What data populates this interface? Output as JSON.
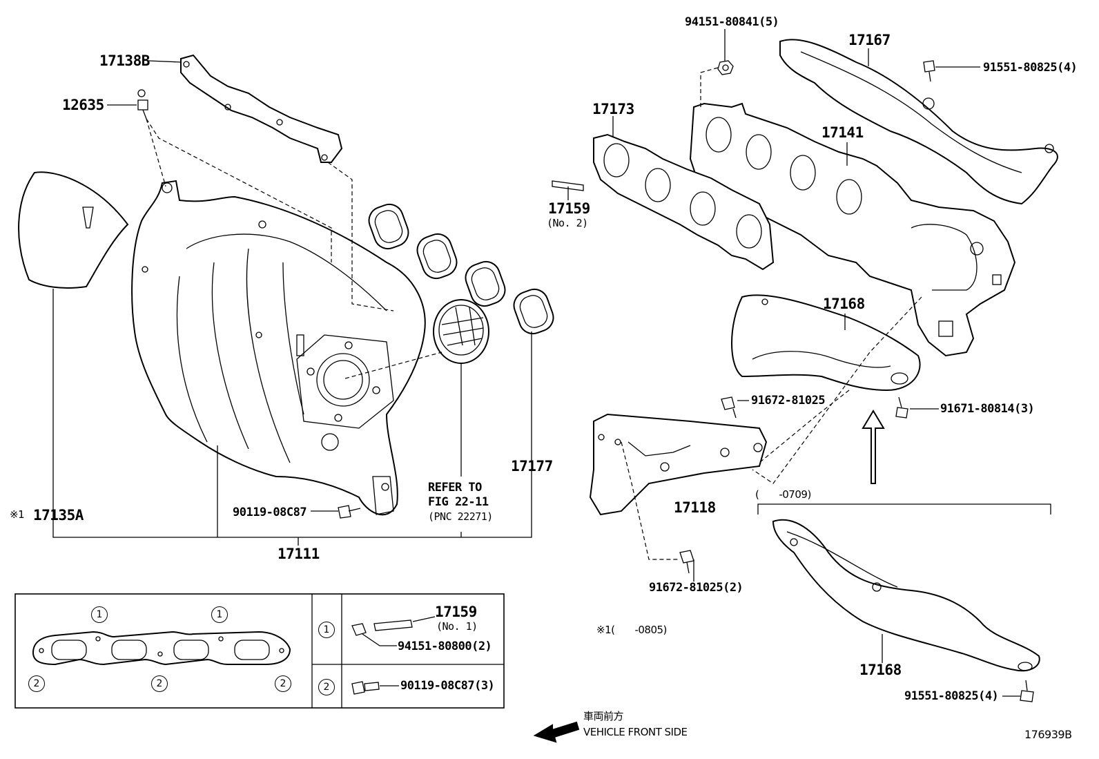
{
  "parts": {
    "p17138B": "17138B",
    "p12635": "12635",
    "p17135A_mark": "※1",
    "p17135A": "17135A",
    "p90119_08C87": "90119-08C87",
    "p17111": "17111",
    "refer_line1": "REFER TO",
    "refer_line2": "FIG 22-11",
    "refer_line3": "(PNC 22271)",
    "p17177": "17177",
    "p94151_80841": "94151-80841(5)",
    "p17167": "17167",
    "p91551_80825_top": "91551-80825(4)",
    "p17173": "17173",
    "p17141": "17141",
    "p17159_top": "17159",
    "p17159_top_sub": "(No. 2)",
    "p17168_top": "17168",
    "p91672_81025_a": "91672-81025",
    "p91671_80814": "91671-80814(3)",
    "p17118": "17118",
    "date_range_0709": "(　　-0709)",
    "p91672_81025_b": "91672-81025(2)",
    "note_0805": "※1(　　-0805)",
    "p17168_bottom": "17168",
    "p91551_80825_bottom": "91551-80825(4)"
  },
  "legend_box": {
    "circle_1": "1",
    "circle_2": "2",
    "row1_part": "17159",
    "row1_part_sub": "(No. 1)",
    "row1_nut": "94151-80800(2)",
    "row2_bolt": "90119-08C87(3)"
  },
  "direction": {
    "jp": "車両前方",
    "en": "VEHICLE FRONT SIDE"
  },
  "figure_id": "176939B"
}
